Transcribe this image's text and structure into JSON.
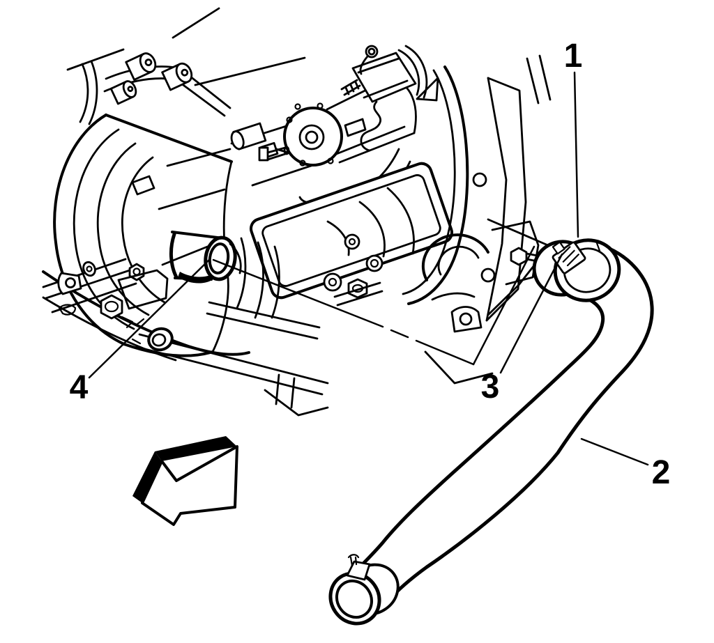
{
  "figure": {
    "background": "#ffffff",
    "line_color": "#000000",
    "kind": "engine service illustration"
  },
  "callouts": [
    {
      "label": "1",
      "points_to": "hose-clamp-engine-end"
    },
    {
      "label": "2",
      "points_to": "outlet-hose"
    },
    {
      "label": "3",
      "points_to": "hose-clamp-buckle"
    },
    {
      "label": "4",
      "points_to": "engine-water-outlet-pipe"
    }
  ],
  "icons": {
    "direction_arrow": "3d-arrow-pointing-down-left"
  }
}
